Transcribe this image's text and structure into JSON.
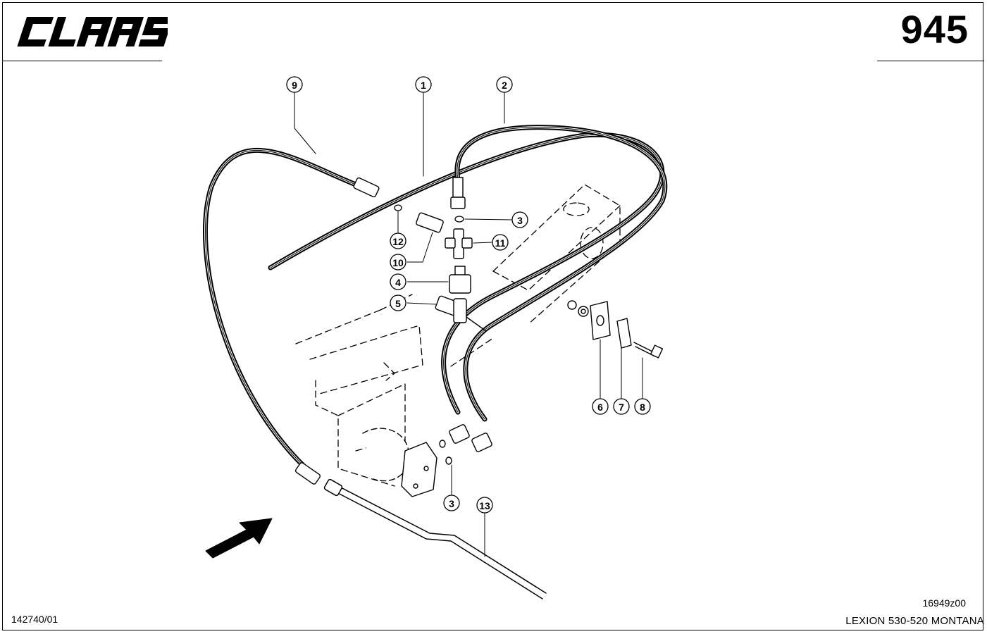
{
  "header": {
    "brand": "CLAAS",
    "page_number": "945"
  },
  "callouts": [
    {
      "id": "9",
      "label": "9"
    },
    {
      "id": "1",
      "label": "1"
    },
    {
      "id": "2",
      "label": "2"
    },
    {
      "id": "3a",
      "label": "3"
    },
    {
      "id": "11",
      "label": "11"
    },
    {
      "id": "12",
      "label": "12"
    },
    {
      "id": "10",
      "label": "10"
    },
    {
      "id": "4",
      "label": "4"
    },
    {
      "id": "5",
      "label": "5"
    },
    {
      "id": "6",
      "label": "6"
    },
    {
      "id": "7",
      "label": "7"
    },
    {
      "id": "8",
      "label": "8"
    },
    {
      "id": "3b",
      "label": "3"
    },
    {
      "id": "13",
      "label": "13"
    }
  ],
  "footer": {
    "drawing_number": "16949z00",
    "document_number": "142740/01",
    "model": "LEXION 530-520 MONTANA"
  },
  "colors": {
    "line": "#000000",
    "background": "#ffffff"
  }
}
